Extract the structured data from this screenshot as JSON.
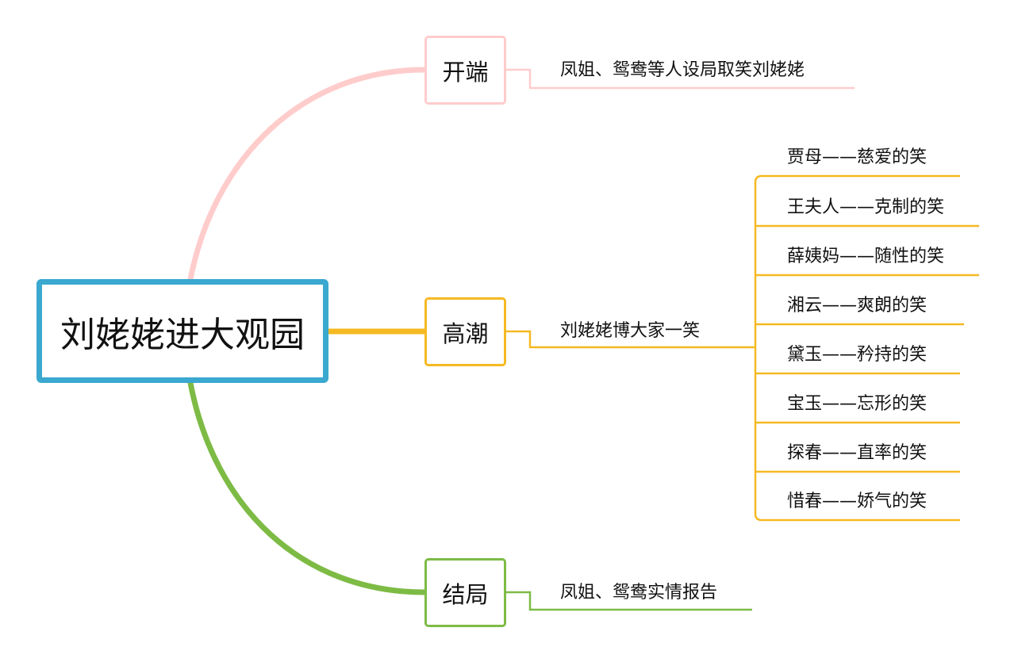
{
  "mindmap": {
    "central": {
      "title": "刘姥姥进大观园",
      "color": "#3aa8cf"
    },
    "branches": [
      {
        "id": "opening",
        "label": "开端",
        "color": "#ffcccc",
        "subtopic": "凤姐、鸳鸯等人设局取笑刘姥姥"
      },
      {
        "id": "climax",
        "label": "高潮",
        "color": "#f5b922",
        "subtopic": "刘姥姥博大家一笑",
        "leaves": [
          "贾母——慈爱的笑",
          "王夫人——克制的笑",
          "薛姨妈——随性的笑",
          "湘云——爽朗的笑",
          "黛玉——矜持的笑",
          "宝玉——忘形的笑",
          "探春——直率的笑",
          "惜春——娇气的笑"
        ]
      },
      {
        "id": "ending",
        "label": "结局",
        "color": "#7dbb45",
        "subtopic": "凤姐、鸳鸯实情报告"
      }
    ]
  }
}
